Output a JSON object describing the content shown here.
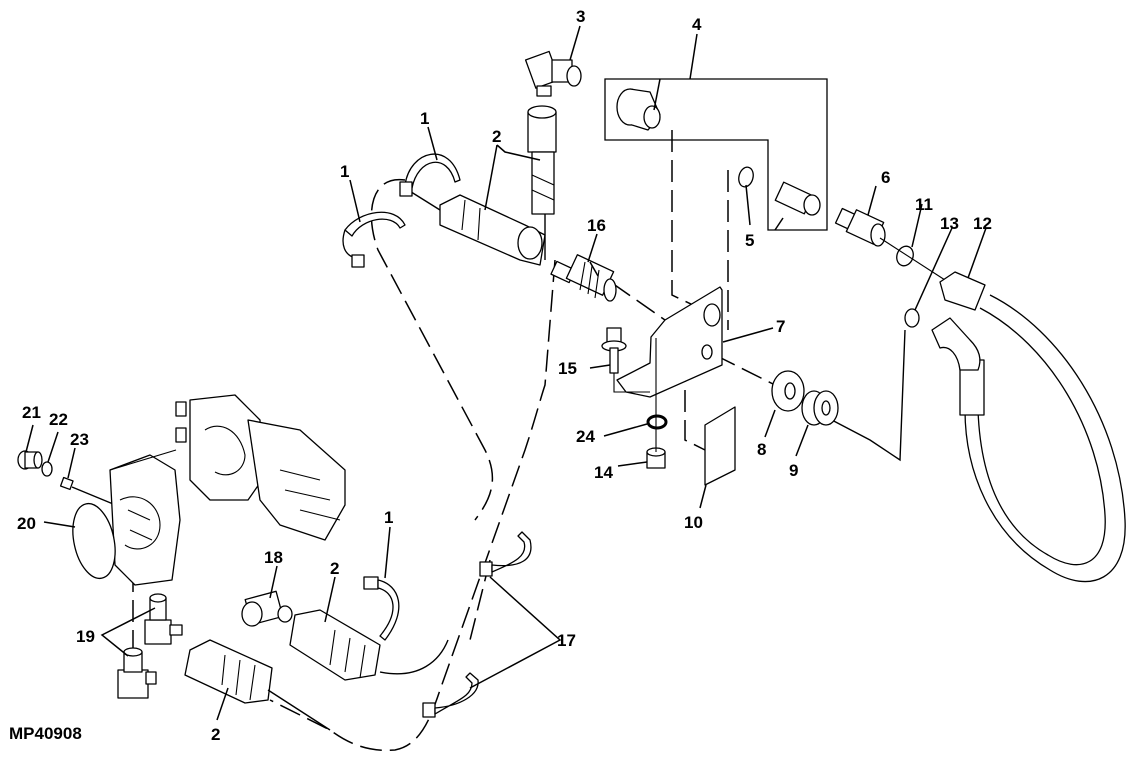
{
  "figure": {
    "id": "MP40908",
    "type": "exploded parts diagram",
    "colors": {
      "line": "#000000",
      "background": "#ffffff"
    }
  },
  "callouts": [
    {
      "label": "1",
      "part": "hose clamp strap (upper left)"
    },
    {
      "label": "1",
      "part": "hose clamp strap (upper)"
    },
    {
      "label": "1",
      "part": "hose clamp strap (lower)"
    },
    {
      "label": "2",
      "part": "hydraulic hose fitting (upper)"
    },
    {
      "label": "2",
      "part": "hydraulic hose fitting (middle)"
    },
    {
      "label": "2",
      "part": "hydraulic hose fitting (lower)"
    },
    {
      "label": "3",
      "part": "elbow fitting (top)"
    },
    {
      "label": "4",
      "part": "quick coupler set (boxed)"
    },
    {
      "label": "5",
      "part": "retaining ring"
    },
    {
      "label": "6",
      "part": "adapter fitting"
    },
    {
      "label": "7",
      "part": "mounting bracket"
    },
    {
      "label": "8",
      "part": "washer"
    },
    {
      "label": "9",
      "part": "nut"
    },
    {
      "label": "10",
      "part": "decal"
    },
    {
      "label": "11",
      "part": "o-ring"
    },
    {
      "label": "12",
      "part": "hydraulic hose assembly"
    },
    {
      "label": "13",
      "part": "o-ring"
    },
    {
      "label": "14",
      "part": "lock nut"
    },
    {
      "label": "15",
      "part": "flange bolt"
    },
    {
      "label": "16",
      "part": "bulkhead fitting"
    },
    {
      "label": "17",
      "part": "cable ties"
    },
    {
      "label": "18",
      "part": "elbow fitting"
    },
    {
      "label": "19",
      "part": "elbow fittings"
    },
    {
      "label": "20",
      "part": "o-ring (large)"
    },
    {
      "label": "21",
      "part": "plug"
    },
    {
      "label": "22",
      "part": "o-ring (small)"
    },
    {
      "label": "23",
      "part": "fitting"
    },
    {
      "label": "24",
      "part": "lock washer"
    }
  ]
}
